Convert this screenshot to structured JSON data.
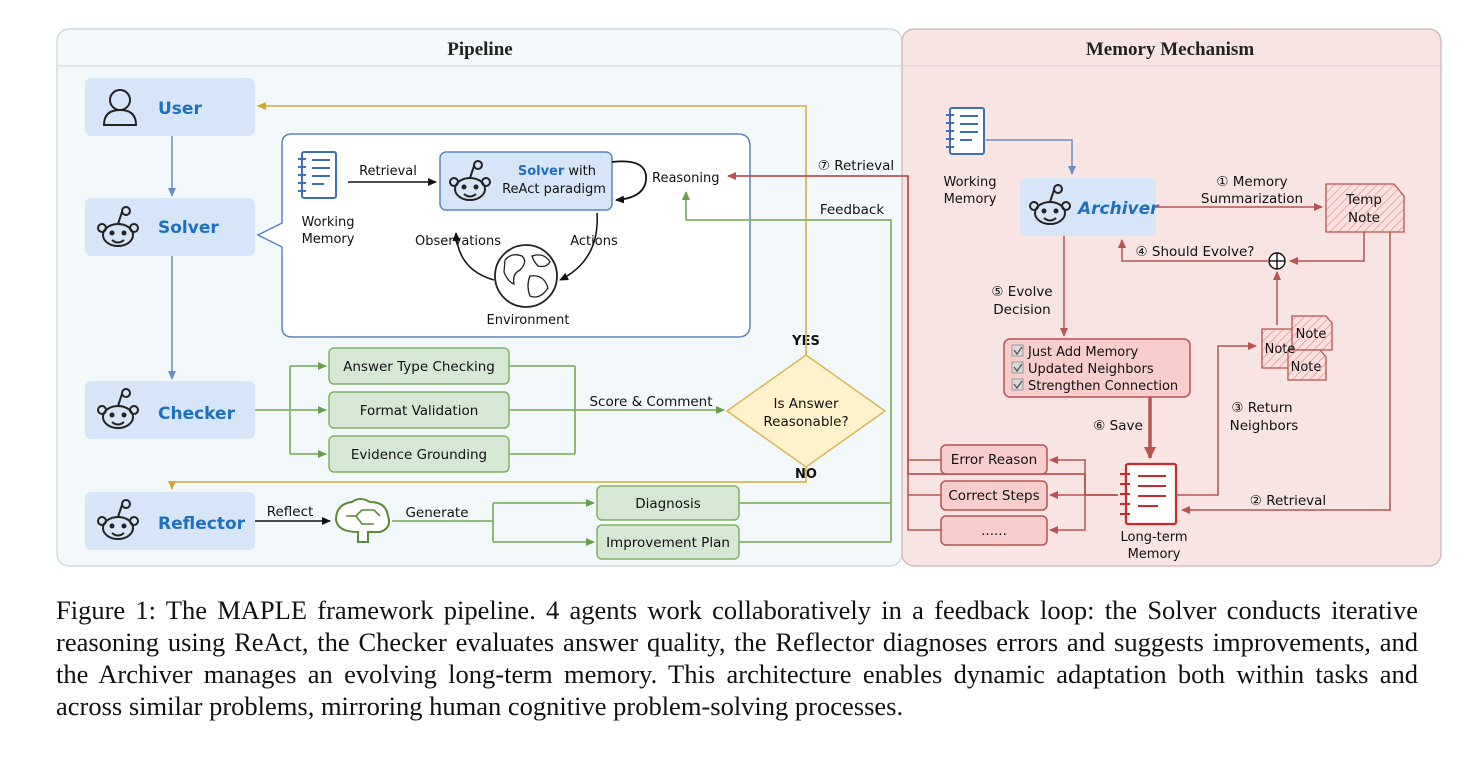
{
  "panels": {
    "pipeline_title": "Pipeline",
    "memory_title": "Memory Mechanism"
  },
  "agents": {
    "user": "User",
    "solver": "Solver",
    "checker": "Checker",
    "reflector": "Reflector",
    "archiver": "Archiver"
  },
  "solver_detail": {
    "working_memory_line1": "Working",
    "working_memory_line2": "Memory",
    "retrieval": "Retrieval",
    "solver_with_bold": "Solver",
    "solver_with_rest": " with",
    "react_paradigm": "ReAct paradigm",
    "reasoning": "Reasoning",
    "observations": "Observations",
    "actions": "Actions",
    "environment": "Environment"
  },
  "checker_detail": {
    "checks": [
      "Answer Type Checking",
      "Format Validation",
      "Evidence Grounding"
    ],
    "score_comment": "Score & Comment",
    "decision_line1": "Is Answer",
    "decision_line2": "Reasonable?",
    "yes": "YES",
    "no": "NO"
  },
  "reflector_detail": {
    "reflect": "Reflect",
    "generate": "Generate",
    "diagnosis": "Diagnosis",
    "improvement_plan": "Improvement Plan"
  },
  "cross_labels": {
    "retrieval7": "⑦ Retrieval",
    "feedback": "Feedback"
  },
  "memory": {
    "working_memory_line1": "Working",
    "working_memory_line2": "Memory",
    "step1_line1": "① Memory",
    "step1_line2": "Summarization",
    "temp_note_line1": "Temp",
    "temp_note_line2": "Note",
    "step4": "④ Should Evolve?",
    "step5_line1": "⑤ Evolve",
    "step5_line2": "Decision",
    "decisions": [
      "Just Add Memory",
      "Updated Neighbors",
      "Strengthen Connection"
    ],
    "note": "Note",
    "step3_line1": "③ Return",
    "step3_line2": "Neighbors",
    "step6": "⑥ Save",
    "stored": [
      "Error Reason",
      "Correct Steps",
      "......"
    ],
    "step2": "② Retrieval",
    "ltm_line1": "Long-term",
    "ltm_line2": "Memory"
  },
  "caption": "Figure 1: The MAPLE  framework pipeline. 4 agents work collaboratively in a feedback loop: the Solver conducts iterative reasoning using ReAct, the Checker evaluates answer quality, the Reflector diagnoses errors and suggests improvements, and the Archiver manages an evolving long-term memory.  This architecture enables dynamic adaptation both within tasks and across similar problems, mirroring human cognitive problem-solving processes.",
  "colors": {
    "blue_box": "#d6e6f8",
    "blue_text": "#1f6fc0",
    "green_fill": "#d5e8d4",
    "green_line": "#82b366",
    "red_fill": "#f8cecc",
    "red_line": "#b85450",
    "yellow_fill": "#fff2cc",
    "yellow_line": "#d6b656"
  }
}
